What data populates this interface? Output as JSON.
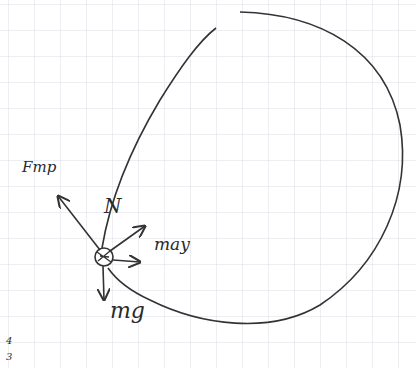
{
  "diagram": {
    "labels": [
      "Fmp",
      "N",
      "may",
      "mg",
      "4",
      "3"
    ]
  }
}
